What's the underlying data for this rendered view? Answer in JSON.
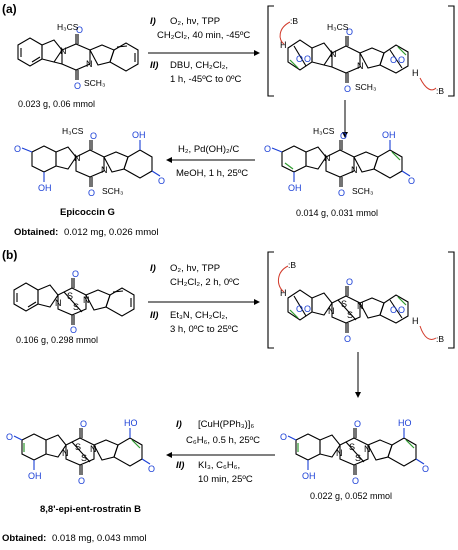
{
  "panels": {
    "a": {
      "label": "(a)",
      "step1_num": "I)",
      "step1_reagents": "O₂, hν, TPP",
      "step1_conditions": "CH₂Cl₂, 40 min, -45ºC",
      "step2_num": "II)",
      "step2_reagents": "DBU, CH₂Cl₂,",
      "step2_conditions": "1 h, -45ºC to 0ºC",
      "start_amount": "0.023 g, 0.06 mmol",
      "hydrogenation_reagents": "H₂, Pd(OH)₂/C",
      "hydrogenation_conditions": "MeOH, 1 h, 25ºC",
      "intermediate_amount": "0.014 g, 0.031 mmol",
      "product_name": "Epicoccin G",
      "obtained_label": "Obtained:",
      "obtained_value": "0.012 mg, 0.026 mmol",
      "base_label": ":B",
      "smethyl_top": "H₃CS",
      "smethyl_bottom": "SCH₃"
    },
    "b": {
      "label": "(b)",
      "step1_num": "I)",
      "step1_reagents": "O₂, hν, TPP",
      "step1_conditions": "CH₂Cl₂, 2 h, 0ºC",
      "step2_num": "II)",
      "step2_reagents": "Et₃N, CH₂Cl₂,",
      "step2_conditions": "3 h, 0ºC to 25ºC",
      "start_amount": "0.106 g, 0.298 mmol",
      "reduction_step1_num": "I)",
      "reduction_step1_reagents": "[CuH(PPh₃)]₆",
      "reduction_step1_conditions": "C₆H₆, 0.5 h, 25ºC",
      "reduction_step2_num": "II)",
      "reduction_step2_reagents": "KI₃, C₆H₆,",
      "reduction_step2_conditions": "10 min, 25ºC",
      "intermediate_amount": "0.022 g, 0.052 mmol",
      "product_name": "8,8'-epi-ent-rostratin B",
      "obtained_label": "Obtained:",
      "obtained_value": "0.018 mg, 0.043 mmol",
      "base_label": ":B"
    }
  },
  "atoms": {
    "N": "N",
    "O": "O",
    "S": "S",
    "H": "H",
    "OH": "OH"
  },
  "colors": {
    "oxygen": "#1a3fd6",
    "alkene": "#2e9a2e",
    "curly_arrow": "#d23a2a"
  }
}
